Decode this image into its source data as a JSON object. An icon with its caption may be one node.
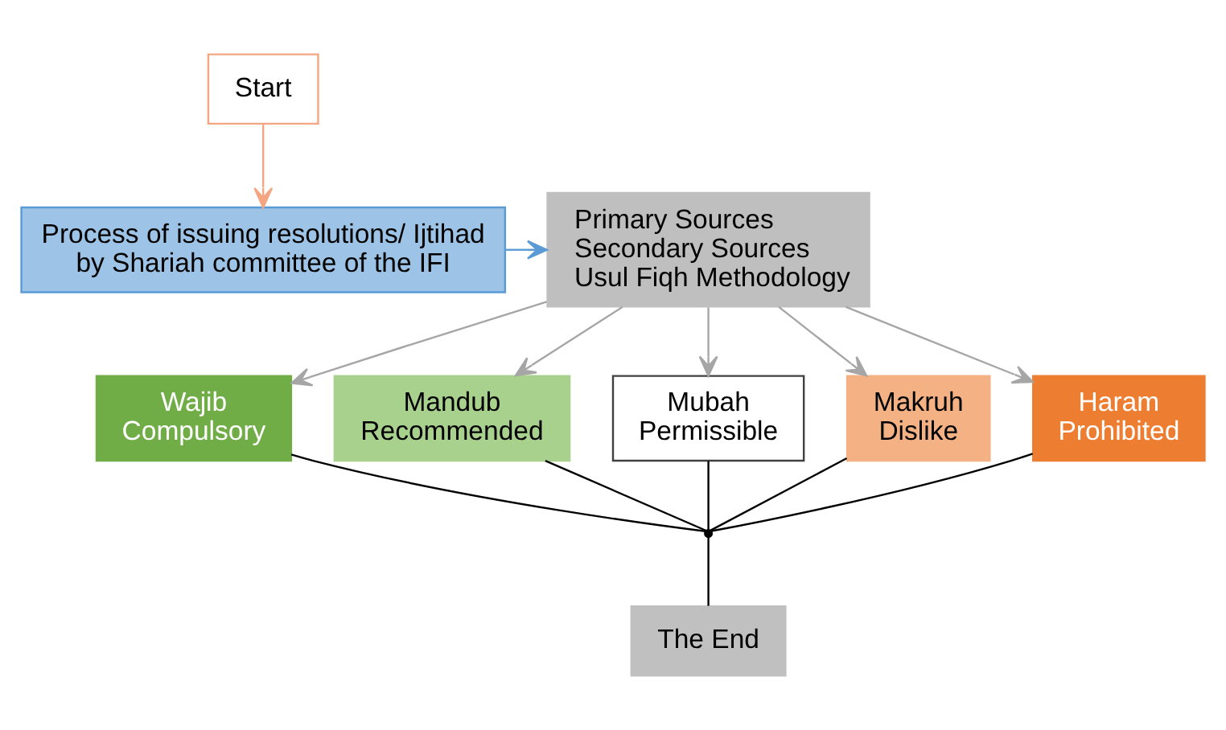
{
  "diagram": {
    "nodes": [
      {
        "text": [
          "Start"
        ]
      },
      {
        "text": [
          "Process of issuing resolutions/ Ijtihad by Shariah committee of the IFI"
        ]
      },
      {
        "text": [
          "Primary Sources",
          "Secondary Sources",
          "Usul Fiqh Methodology"
        ]
      },
      {
        "text": [
          "Wajib",
          "Compulsory"
        ]
      },
      {
        "text": [
          "Mandub",
          "Recommended"
        ]
      },
      {
        "text": [
          "Mubah",
          "Permissible"
        ]
      },
      {
        "text": [
          "Makruh",
          "Dislike"
        ]
      },
      {
        "text": [
          "Haram",
          "Prohibited"
        ]
      },
      {
        "text": [
          "The End"
        ]
      },
      {
        "text": [],
        "shape": "bracket"
      }
    ],
    "edges": [
      {
        "from": 0,
        "to": 1,
        "arrow": "to",
        "color": "#f4a582"
      },
      {
        "from": 1,
        "to": 2,
        "arrow": "to",
        "color": "#5b9bd5"
      },
      {
        "from": 2,
        "to": 3,
        "arrow": "to",
        "color": "#a6a6a6"
      },
      {
        "from": 2,
        "to": 4,
        "arrow": "to",
        "color": "#a6a6a6"
      },
      {
        "from": 2,
        "to": 5,
        "arrow": "to",
        "color": "#a6a6a6"
      },
      {
        "from": 2,
        "to": 6,
        "arrow": "to",
        "color": "#a6a6a6"
      },
      {
        "from": 2,
        "to": 7,
        "arrow": "to",
        "color": "#a6a6a6"
      },
      {
        "from": 3,
        "to": 9,
        "arrow": "none",
        "color": "#000000"
      },
      {
        "from": 4,
        "to": 9,
        "arrow": "none",
        "color": "#000000"
      },
      {
        "from": 5,
        "to": 9,
        "arrow": "none",
        "color": "#000000"
      },
      {
        "from": 6,
        "to": 9,
        "arrow": "none",
        "color": "#000000"
      },
      {
        "from": 7,
        "to": 9,
        "arrow": "none",
        "color": "#000000"
      },
      {
        "from": 9,
        "to": 8,
        "arrow": "none",
        "color": "#000000"
      }
    ]
  }
}
